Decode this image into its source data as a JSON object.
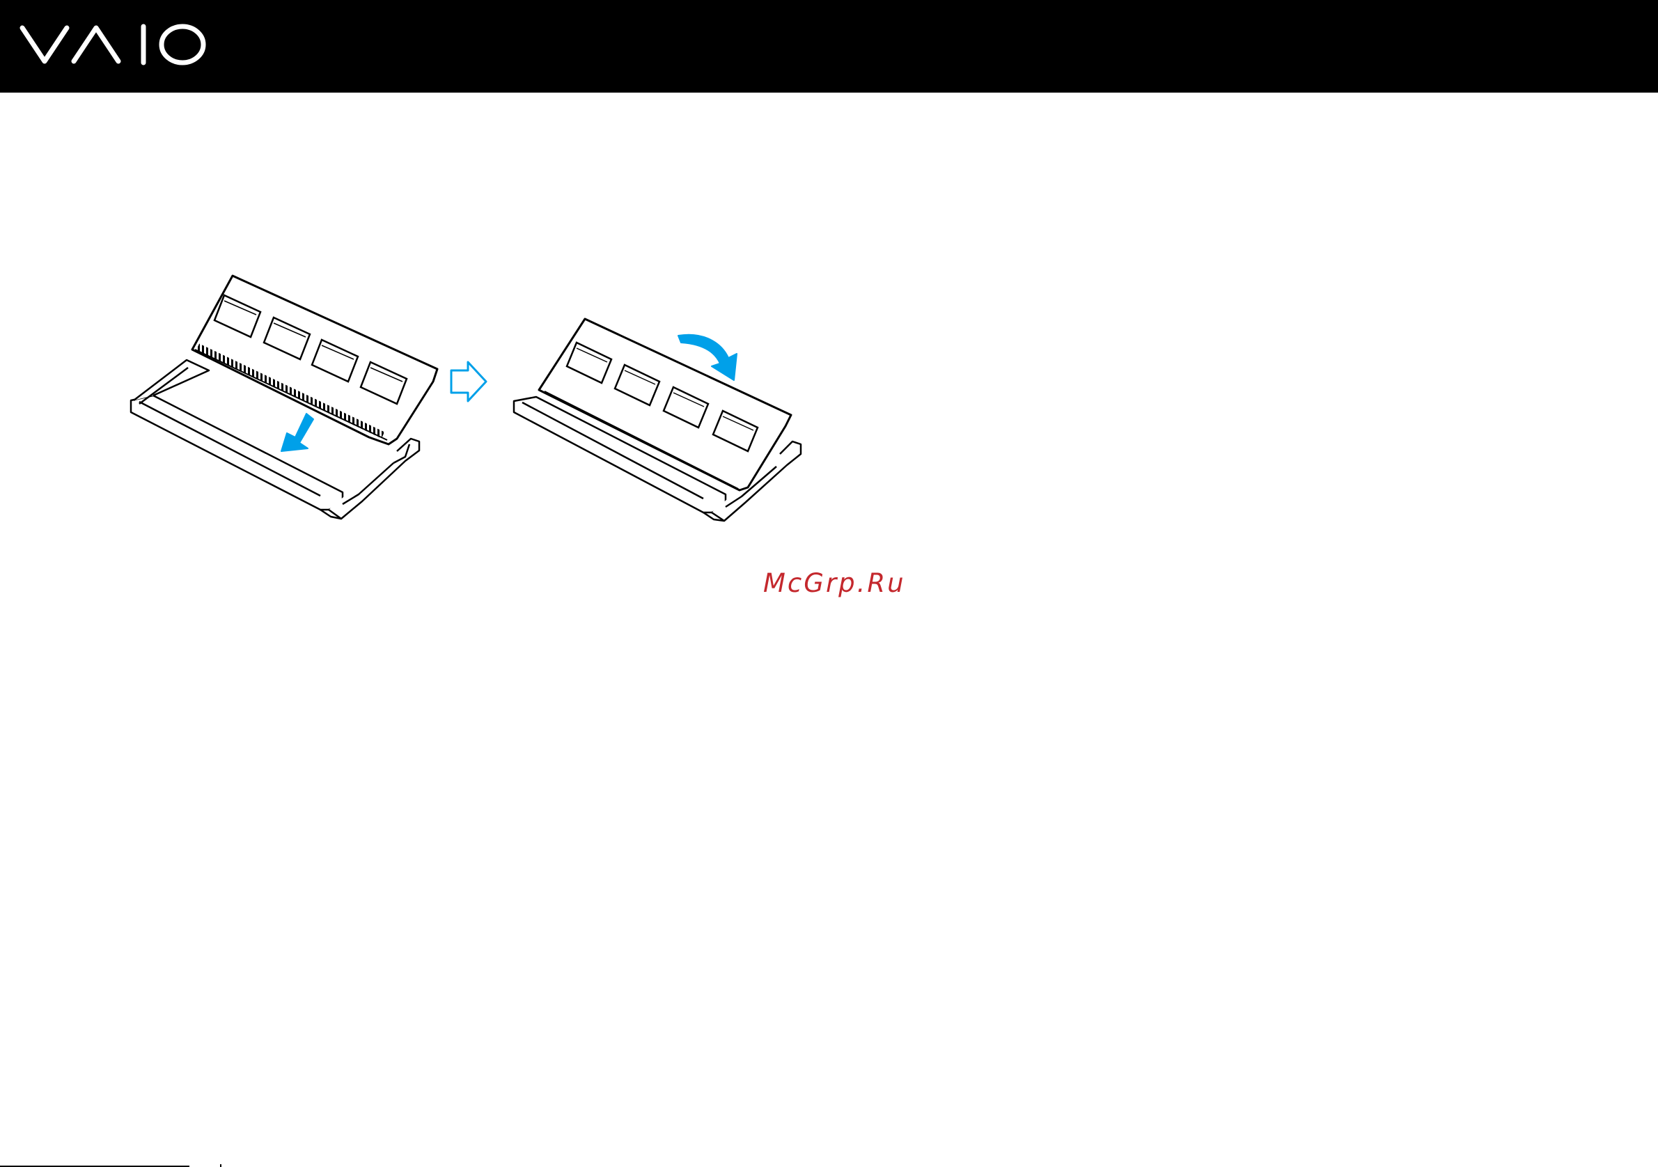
{
  "header": {
    "brand_logo_icon": "vaio-logo",
    "background_color": "#000000",
    "logo_color": "#ffffff"
  },
  "figure": {
    "steps": [
      {
        "name": "insert-module-at-angle",
        "arrow_icon": "insert-arrow-icon"
      },
      {
        "name": "press-module-down",
        "arrow_icon": "press-down-arrow-icon"
      }
    ],
    "between_steps_icon": "next-step-arrow-icon",
    "accent_color": "#00a0e9"
  },
  "watermark": {
    "text": "McGrp.Ru",
    "color": "#c4282d"
  }
}
